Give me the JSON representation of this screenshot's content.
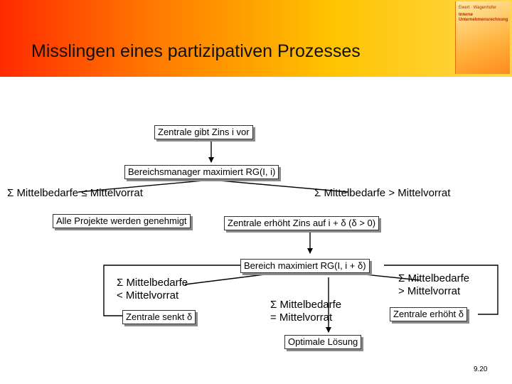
{
  "header": {
    "title": "Misslingen eines partizipativen Prozesses",
    "book_cover": {
      "author": "Ewert · Wagenhofer",
      "title_line1": "Interne",
      "title_line2": "Unternehmensrechnung"
    }
  },
  "diagram": {
    "nodes": {
      "zins_vor": "Zentrale gibt Zins i vor",
      "bm_max": "Bereichsmanager maximiert RG(I, i)",
      "left_cond": "Σ Mittelbedarfe ≤ Mittelvorrat",
      "right_cond": "Σ Mittelbedarfe > Mittelvorrat",
      "genehmigt": "Alle Projekte werden genehmigt",
      "erhoeht1": "Zentrale erhöht Zins auf i + δ (δ > 0)",
      "bereich_max": "Bereich maximiert RG(I, i + δ)",
      "cond_lt_1": "Σ Mittelbedarfe",
      "cond_lt_2": "< Mittelvorrat",
      "senkt": "Zentrale senkt δ",
      "cond_eq_1": "Σ Mittelbedarfe",
      "cond_eq_2": "= Mittelvorrat",
      "cond_gt_1": "Σ Mittelbedarfe",
      "cond_gt_2": "> Mittelvorrat",
      "erhoeht2": "Zentrale erhöht δ",
      "optimal": "Optimale Lösung"
    }
  },
  "footer": {
    "page_number": "9.20"
  }
}
